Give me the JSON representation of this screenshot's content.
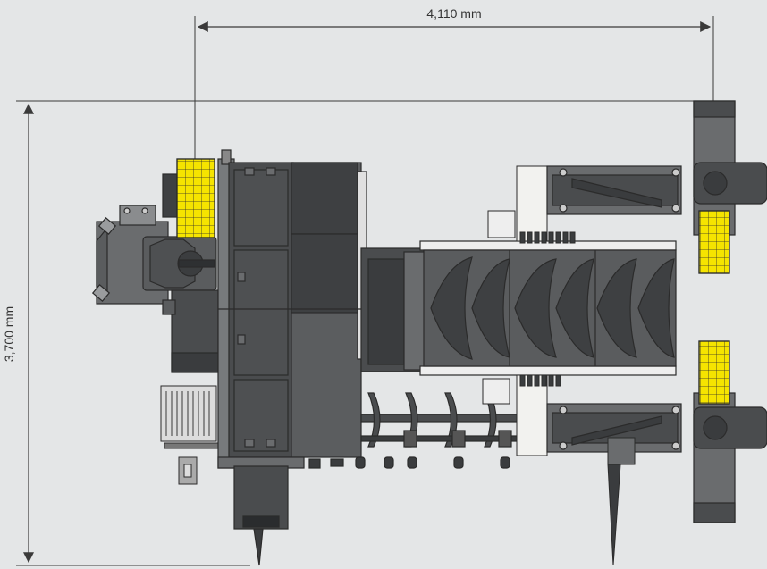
{
  "dimensions": {
    "width_label": "4,110 mm",
    "height_label": "3,700 mm"
  },
  "colors": {
    "background": "#e4e6e7",
    "body_dark": "#4a4c4e",
    "body_mid": "#6a6c6e",
    "body_light": "#8a8c8e",
    "outline": "#2b2b2b",
    "accent_yellow": "#f5e400",
    "panel_white": "#f2f2ef",
    "dimension_line": "#3a3a3a"
  },
  "components": {
    "outrigger_pads": 4,
    "auger_flights": 6,
    "tracks": 2
  }
}
